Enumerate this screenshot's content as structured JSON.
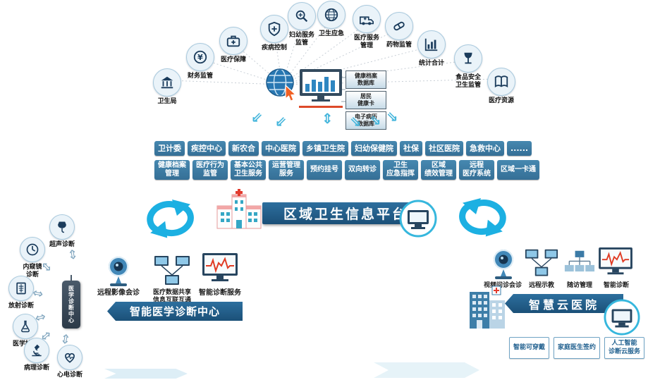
{
  "platform": {
    "title": "区域卫生信息平台"
  },
  "hub": {
    "databases": [
      "健康档案\n数据库",
      "居民\n健康卡",
      "电子病历\n数据库"
    ]
  },
  "top_icons": [
    {
      "label": "卫生局",
      "icon": "government-building-icon"
    },
    {
      "label": "财务监管",
      "icon": "finance-supervision-icon"
    },
    {
      "label": "医疗保障",
      "icon": "medical-kit-icon"
    },
    {
      "label": "疾病控制",
      "icon": "disease-control-icon"
    },
    {
      "label": "妇幼服务\n监管",
      "icon": "maternal-child-supervision-icon"
    },
    {
      "label": "卫生应急",
      "icon": "health-emergency-icon"
    },
    {
      "label": "医疗服务\n管理",
      "icon": "ambulance-icon"
    },
    {
      "label": "药物监管",
      "icon": "drug-supervision-icon"
    },
    {
      "label": "统计合计",
      "icon": "statistics-chart-icon"
    },
    {
      "label": "食品安全\n卫生监管",
      "icon": "food-safety-icon"
    },
    {
      "label": "医疗资源",
      "icon": "medical-resources-icon"
    }
  ],
  "network": {
    "row1": [
      "卫计委",
      "疾控中心",
      "新农合",
      "中心医院",
      "乡镇卫生院",
      "妇幼保健院",
      "社保",
      "社区医院",
      "急救中心",
      "......"
    ],
    "row2": [
      "健康档案\n管理",
      "医疗行为\n监管",
      "基本公共\n卫生服务",
      "运营管理\n服务",
      "预约挂号",
      "双向转诊",
      "卫生\n应急指挥",
      "区域\n绩效管理",
      "远程\n医疗系统",
      "区域一卡通"
    ]
  },
  "left_center": {
    "banner": "智能医学诊断中心",
    "device_label": "医学诊断中心",
    "services": [
      {
        "label": "远程影像会诊",
        "icon": "webcam-icon"
      },
      {
        "label": "医疗数据共享\n信息互联互通",
        "icon": "network-monitors-icon"
      },
      {
        "label": "智能诊断服务",
        "icon": "ecg-monitor-icon"
      }
    ],
    "nodes": [
      {
        "label": "超声诊断",
        "icon": "ultrasound-icon"
      },
      {
        "label": "内窥镜\n诊断",
        "icon": "endoscope-icon"
      },
      {
        "label": "放射诊断",
        "icon": "radiology-icon"
      },
      {
        "label": "医学检验",
        "icon": "lab-test-icon"
      },
      {
        "label": "病理诊断",
        "icon": "pathology-icon"
      },
      {
        "label": "心电诊断",
        "icon": "heart-ecg-icon"
      }
    ]
  },
  "right_hospital": {
    "banner": "智慧云医院",
    "services": [
      {
        "label": "视频问诊会诊",
        "icon": "webcam-icon"
      },
      {
        "label": "远程示教",
        "icon": "network-monitors-icon"
      },
      {
        "label": "随访管理",
        "icon": "orgchart-icon"
      },
      {
        "label": "智能诊断",
        "icon": "ecg-monitor-icon"
      }
    ],
    "buttons": [
      "智能可穿戴",
      "家庭医生签约",
      "人工智能\n诊断云服务"
    ]
  },
  "colors": {
    "node_button_blue": "#3a7ca6",
    "banner_blue": "#205a84",
    "cyan_accent": "#1cb0e2",
    "icon_navy": "#1b3c5c",
    "cursor_orange": "#f06024"
  }
}
